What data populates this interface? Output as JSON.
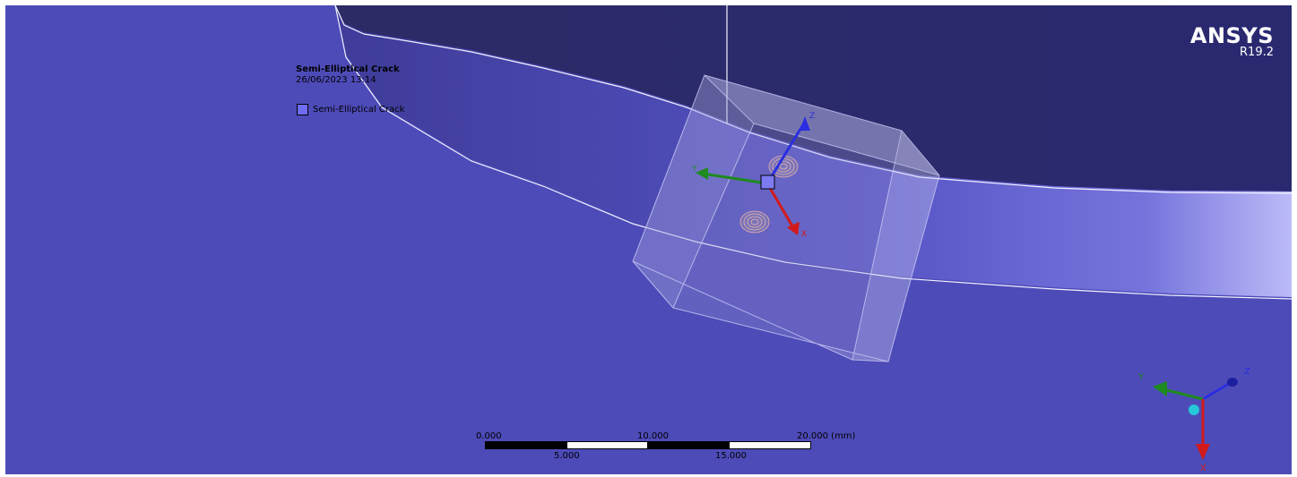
{
  "brand": {
    "name": "ANSYS",
    "version": "R19.2"
  },
  "title_block": {
    "title": "Semi-Elliptical Crack",
    "datetime": "26/06/2023 13:14"
  },
  "legend": {
    "label": "Semi-Elliptical Crack",
    "color": "#6e6cf0"
  },
  "scale_bar": {
    "t0": "0.000",
    "t1": "5.000",
    "t2": "10.000",
    "t3": "15.000",
    "t4": "20.000 (mm)"
  },
  "triad_local": {
    "x": "X",
    "y": "Y",
    "z": "Z"
  },
  "triad_global": {
    "x": "X",
    "y": "Y",
    "z": "Z"
  },
  "colors": {
    "background": "#4d4bb8",
    "shaft": "#2b2a63",
    "x_axis": "#d21a1a",
    "y_axis": "#1f8a1f",
    "z_axis": "#2a2ee0"
  }
}
